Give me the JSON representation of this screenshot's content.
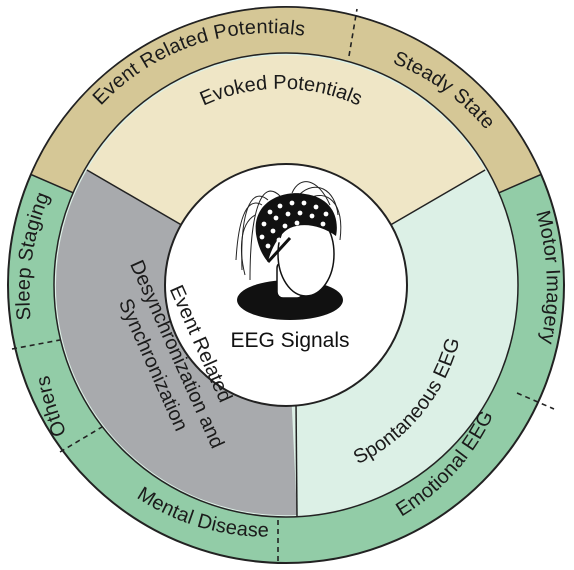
{
  "center": {
    "label": "EEG Signals",
    "icon": "eeg-cap-head-icon"
  },
  "inner": {
    "evoked": "Evoked Potentials",
    "spontaneous": "Spontaneous EEG",
    "erd_lines": [
      "Event Related",
      "Desynchronization and",
      "Synchronization"
    ]
  },
  "outer": {
    "erp": "Event Related Potentials",
    "steady_state": "Steady State",
    "motor_imagery": "Motor Imagery",
    "emotional": "Emotional EEG",
    "mental_disease": "Mental Disease",
    "others": "Others",
    "sleep_staging": "Sleep Staging"
  },
  "colors": {
    "tan_outer": "#d5c796",
    "tan_inner": "#efe6c6",
    "green_outer": "#92cca7",
    "green_inner": "#dcf0e6",
    "gray_inner": "#a8aaad"
  }
}
